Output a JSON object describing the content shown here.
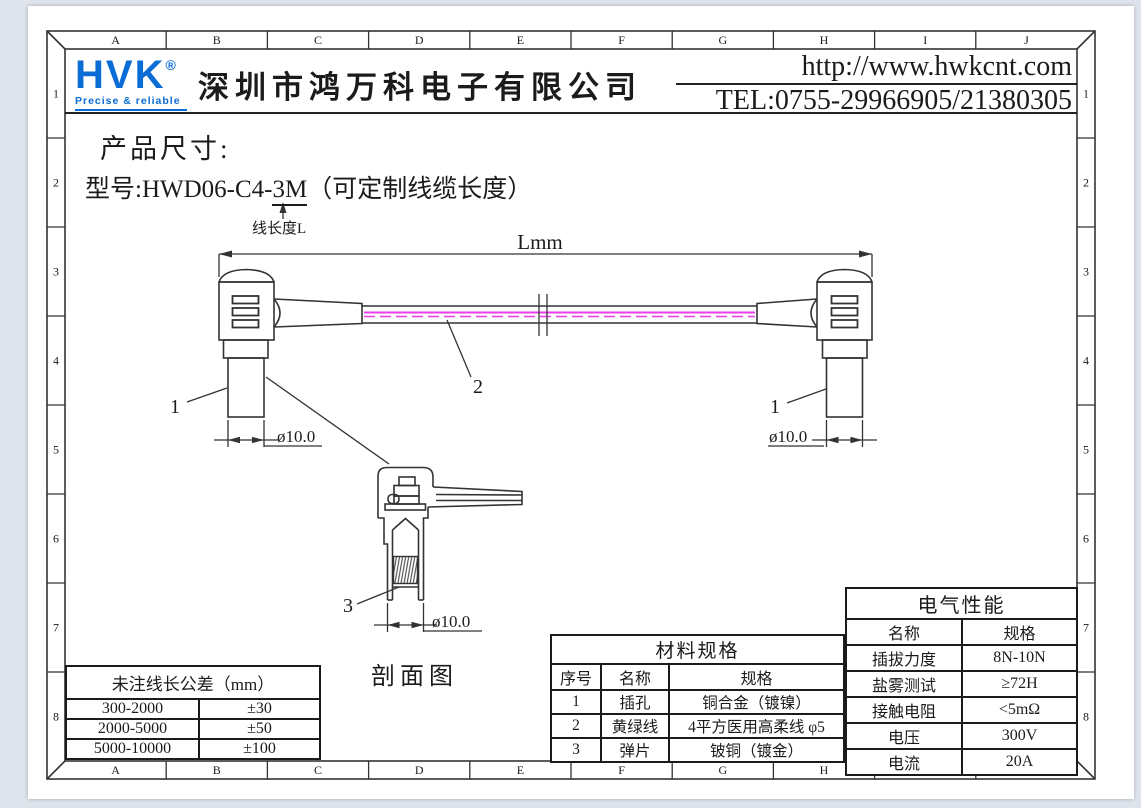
{
  "page": {
    "background": "#dfe4ec",
    "sheet": "#ffffff",
    "brand_blue": "#0a6cd5",
    "cable_magenta": "#ee3bee",
    "line_color": "#333333"
  },
  "grid": {
    "cols": [
      "A",
      "B",
      "C",
      "D",
      "E",
      "F",
      "G",
      "H",
      "I",
      "J"
    ],
    "rows": [
      "1",
      "2",
      "3",
      "4",
      "5",
      "6",
      "7",
      "8"
    ]
  },
  "header": {
    "logo": {
      "text": "HVK",
      "reg": "®",
      "tagline": "Precise & reliable"
    },
    "company": "深圳市鸿万科电子有限公司",
    "website": "http://www.hwkcnt.com",
    "tel": "TEL:0755-29966905/21380305"
  },
  "content": {
    "section_title": "产品尺寸:",
    "model_prefix": "型号:HWD06-C4-",
    "model_underlined": "3M",
    "model_suffix": "（可定制线缆长度）",
    "wire_length_label": "线长度L"
  },
  "drawing": {
    "dim_total": "Lmm",
    "dia_left": "ø10.0",
    "dia_right": "ø10.0",
    "dia_section": "ø10.0",
    "label_plug_left": "1",
    "label_cable": "2",
    "label_plug_right": "1",
    "label_spring": "3",
    "section_caption": "剖面图"
  },
  "tolerance_table": {
    "title": "未注线长公差（mm）",
    "rows": [
      [
        "300-2000",
        "±30"
      ],
      [
        "2000-5000",
        "±50"
      ],
      [
        "5000-10000",
        "±100"
      ]
    ]
  },
  "material_table": {
    "title": "材料规格",
    "headers": [
      "序号",
      "名称",
      "规格"
    ],
    "rows": [
      [
        "1",
        "插孔",
        "铜合金（镀镍）"
      ],
      [
        "2",
        "黄绿线",
        "4平方医用高柔线 φ5"
      ],
      [
        "3",
        "弹片",
        "铍铜（镀金）"
      ]
    ]
  },
  "electrical_table": {
    "title": "电气性能",
    "headers": [
      "名称",
      "规格"
    ],
    "rows": [
      [
        "插拔力度",
        "8N-10N"
      ],
      [
        "盐雾测试",
        "≥72H"
      ],
      [
        "接触电阻",
        "<5mΩ"
      ],
      [
        "电压",
        "300V"
      ],
      [
        "电流",
        "20A"
      ]
    ]
  }
}
